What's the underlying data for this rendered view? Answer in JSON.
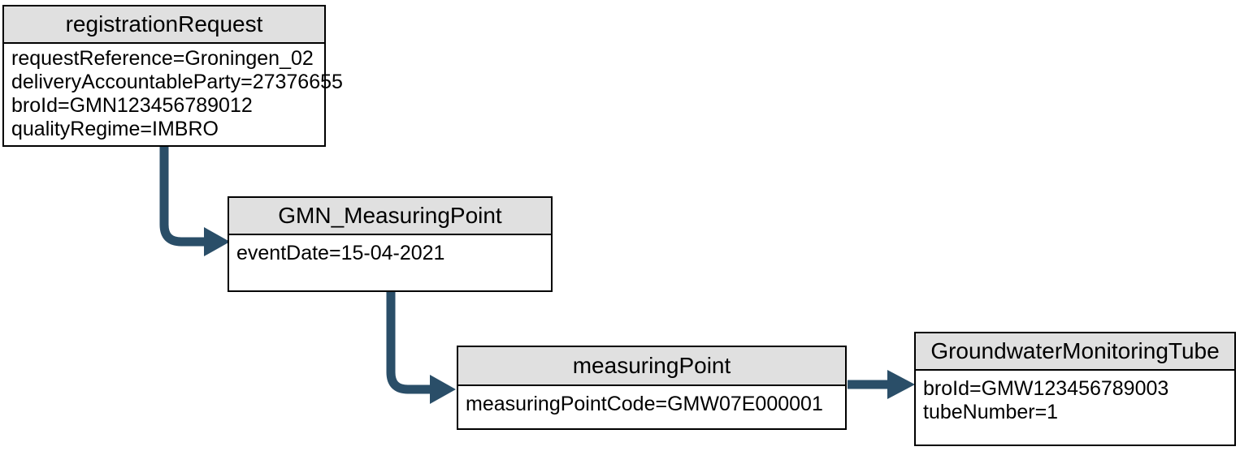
{
  "diagram": {
    "colors": {
      "arrow": "#2a4e68",
      "node_header_bg": "#e0e0e0",
      "node_border": "#000000"
    },
    "nodes": [
      {
        "id": "registrationRequest",
        "title": "registrationRequest",
        "lines": [
          "requestReference=Groningen_02",
          "deliveryAccountableParty=27376655",
          "broId=GMN123456789012",
          "qualityRegime=IMBRO"
        ]
      },
      {
        "id": "GMN_MeasuringPoint",
        "title": "GMN_MeasuringPoint",
        "lines": [
          "eventDate=15-04-2021"
        ]
      },
      {
        "id": "measuringPoint",
        "title": "measuringPoint",
        "lines": [
          "measuringPointCode=GMW07E000001"
        ]
      },
      {
        "id": "GroundwaterMonitoringTube",
        "title": "GroundwaterMonitoringTube",
        "lines": [
          "broId=GMW123456789003",
          "tubeNumber=1"
        ]
      }
    ],
    "connections": [
      {
        "from": "registrationRequest",
        "to": "GMN_MeasuringPoint"
      },
      {
        "from": "GMN_MeasuringPoint",
        "to": "measuringPoint"
      },
      {
        "from": "measuringPoint",
        "to": "GroundwaterMonitoringTube"
      }
    ]
  }
}
